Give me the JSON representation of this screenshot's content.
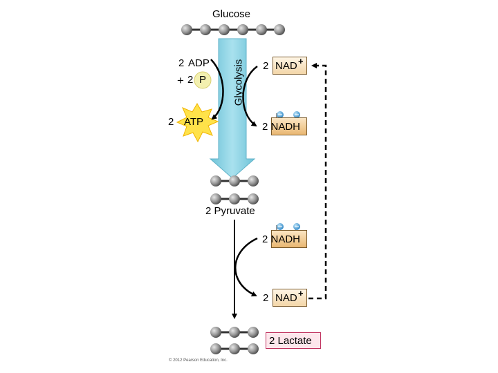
{
  "labels": {
    "glucose": "Glucose",
    "glycolysis": "Glycolysis",
    "adp_count": "2",
    "adp": "ADP",
    "plus": "+",
    "p_count": "2",
    "p": "P",
    "atp_count": "2",
    "atp": "ATP",
    "nad_top_count": "2",
    "nad_top": "NAD",
    "nad_top_sup": "+",
    "nadh_top": "2 NADH",
    "pyruvate": "2 Pyruvate",
    "nadh_bottom": "2 NADH",
    "nad_bottom_count": "2",
    "nad_bottom": "NAD",
    "nad_bottom_sup": "+",
    "lactate": "2 Lactate",
    "copyright": "© 2012 Pearson Education, Inc."
  },
  "colors": {
    "glycolysis_arrow": "#8fd3e3",
    "molecule_ball": "#8c8c8c",
    "nad_box": "#e9b772",
    "electron": "#4aa3d6",
    "atp_star": "#ffe24a",
    "p_circle": "#f3f0b0",
    "lactate_border": "#c0325f"
  }
}
